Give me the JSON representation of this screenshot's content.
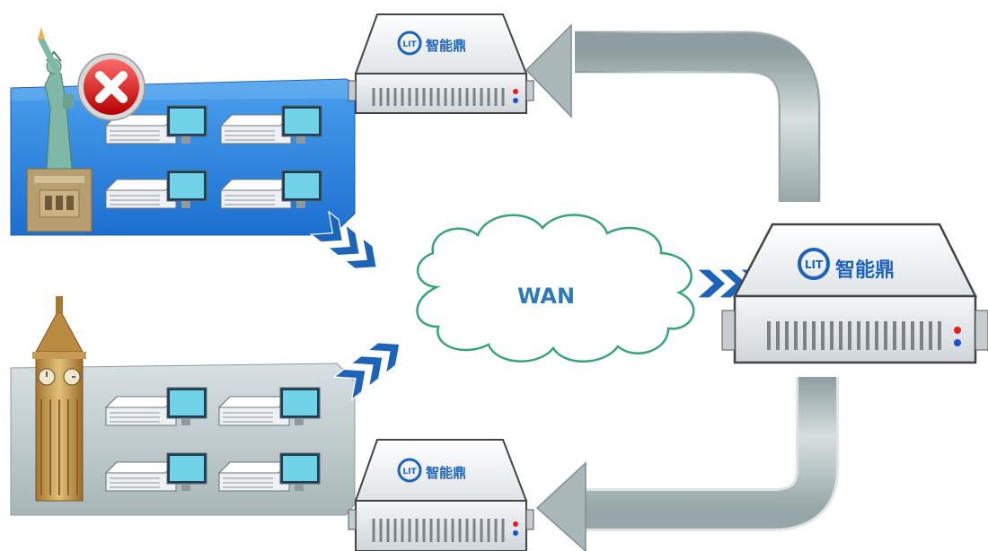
{
  "diagram": {
    "cloud": {
      "label": "WAN"
    },
    "servers": [
      {
        "id": "top",
        "logo_badge": "LIT",
        "logo_text": "智能鼎"
      },
      {
        "id": "main",
        "logo_badge": "LIT",
        "logo_text": "智能鼎"
      },
      {
        "id": "bottom",
        "logo_badge": "LIT",
        "logo_text": "智能鼎"
      }
    ],
    "sites": [
      {
        "id": "site-a",
        "landmark": "statue-of-liberty",
        "status": "failed",
        "status_icon": "error-x-icon",
        "color": "#2d7fd8"
      },
      {
        "id": "site-b",
        "landmark": "big-ben",
        "status": "ok",
        "color": "#b9c6c8"
      }
    ],
    "colors": {
      "arrow_blue": "#1d63b8",
      "cloud_stroke": "#3aa37a",
      "pipe_gray": "#a9b7b9"
    }
  }
}
